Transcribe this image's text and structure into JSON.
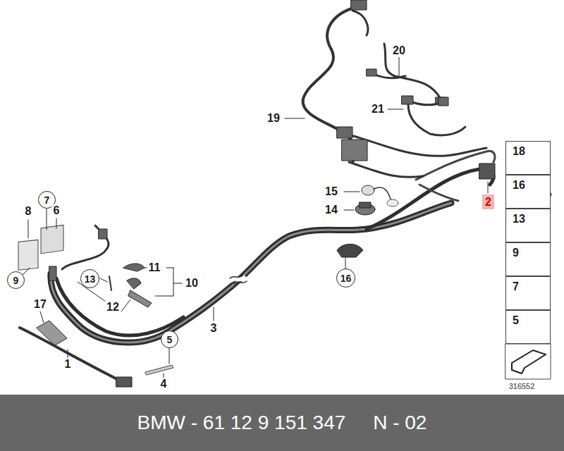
{
  "diagram": {
    "nodes": [
      {
        "text": [
          "18"
        ]
      },
      {
        "text": [
          "16"
        ]
      },
      {
        "text": [
          "13"
        ]
      },
      {
        "text": [
          "9"
        ]
      },
      {
        "text": [
          "7"
        ]
      },
      {
        "text": [
          "5"
        ]
      },
      {
        "text": [
          "7"
        ]
      },
      {
        "text": [
          "9"
        ]
      },
      {
        "text": [
          "13"
        ]
      },
      {
        "text": [
          "5"
        ]
      },
      {
        "text": [
          "16"
        ]
      },
      {
        "text": [
          "BMW - 61 12 9 151 347     N - 02"
        ]
      },
      {
        "text": [
          "2"
        ]
      }
    ],
    "labels": [
      "1",
      "3",
      "4",
      "6",
      "8",
      "10",
      "11",
      "12",
      "14",
      "15",
      "17",
      "19",
      "20",
      "21",
      "316552"
    ]
  }
}
